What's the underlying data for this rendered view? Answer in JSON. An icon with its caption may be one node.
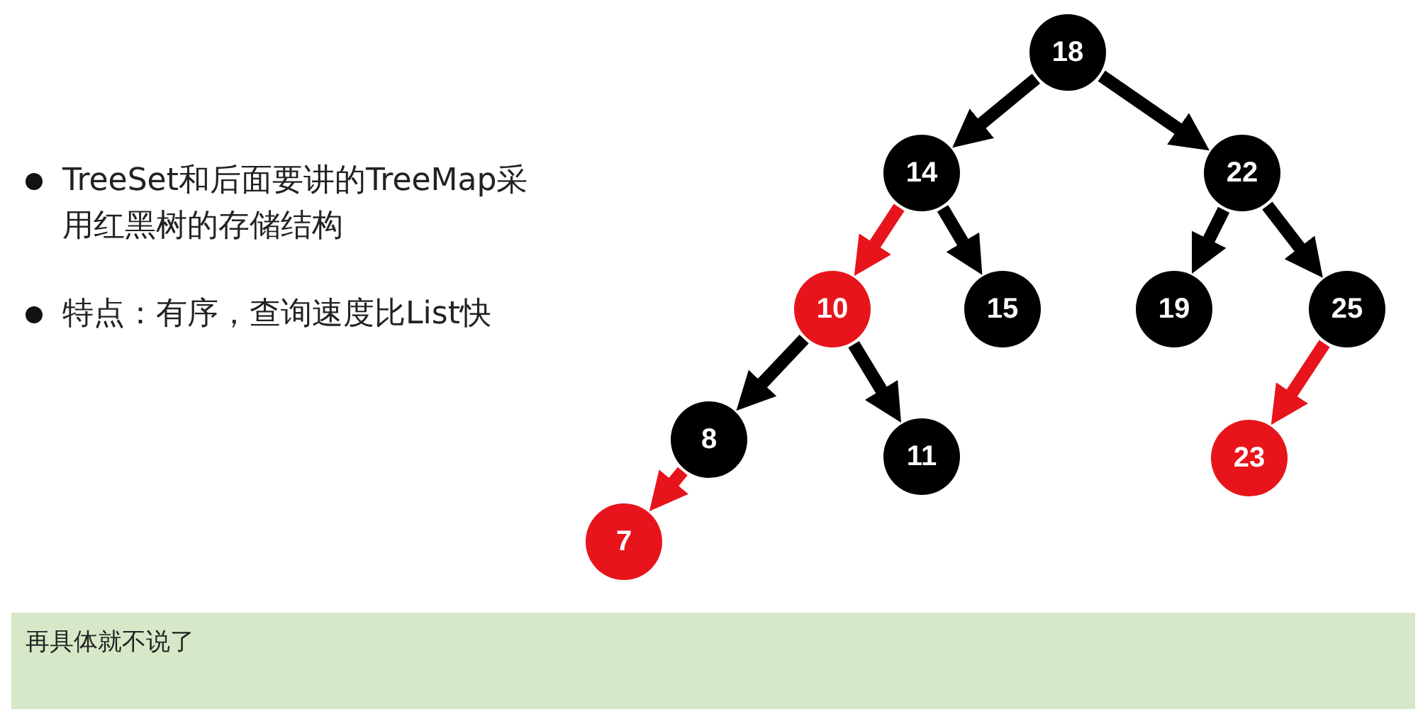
{
  "diagram": {
    "nodes": [
      {
        "text": [
          "18"
        ]
      },
      {
        "text": [
          "14"
        ]
      },
      {
        "text": [
          "22"
        ]
      },
      {
        "text": [
          "10"
        ]
      },
      {
        "text": [
          "15"
        ]
      },
      {
        "text": [
          "19"
        ]
      },
      {
        "text": [
          "25"
        ]
      },
      {
        "text": [
          "8"
        ]
      },
      {
        "text": [
          "11"
        ]
      },
      {
        "text": [
          "23"
        ]
      },
      {
        "text": [
          "7"
        ]
      }
    ],
    "edges": [
      {
        "from": 0,
        "to": 1,
        "arrow": "to"
      },
      {
        "from": 0,
        "to": 2,
        "arrow": "to"
      },
      {
        "from": 1,
        "to": 3,
        "arrow": "to",
        "color": "#e8141b"
      },
      {
        "from": 1,
        "to": 4,
        "arrow": "to"
      },
      {
        "from": 2,
        "to": 5,
        "arrow": "to"
      },
      {
        "from": 2,
        "to": 6,
        "arrow": "to"
      },
      {
        "from": 3,
        "to": 7,
        "arrow": "to"
      },
      {
        "from": 3,
        "to": 8,
        "arrow": "to"
      },
      {
        "from": 6,
        "to": 9,
        "arrow": "to",
        "color": "#e8141b"
      },
      {
        "from": 7,
        "to": 10,
        "arrow": "to",
        "color": "#e8141b"
      }
    ],
    "labels": [
      "TreeSet和后面要讲的TreeMap采用红黑树的存储结构",
      "特点：有序，查询速度比List快",
      "再具体就不说了"
    ]
  }
}
